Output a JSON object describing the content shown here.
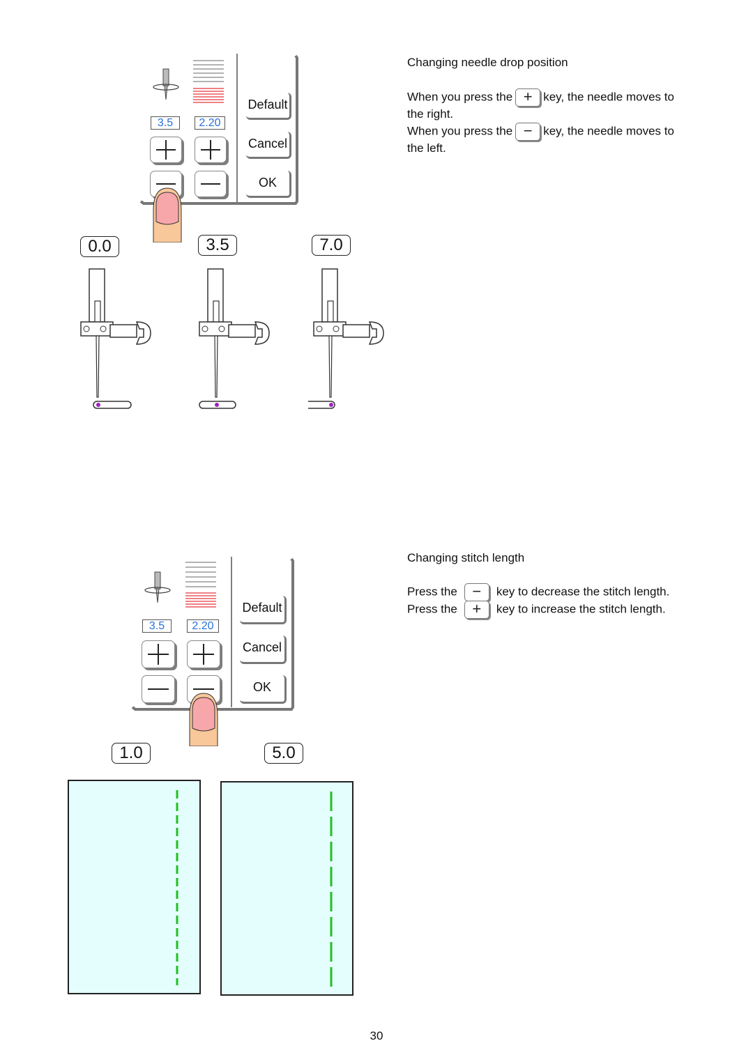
{
  "panel": {
    "width_value": "3.5",
    "length_value": "2.20",
    "default_label": "Default",
    "cancel_label": "Cancel",
    "ok_label": "OK",
    "plus_symbol": "+",
    "minus_symbol": "−"
  },
  "section1": {
    "title": "Changing needle drop position",
    "line1_a": "When you press the",
    "line1_b": "key, the needle moves to",
    "line1_c": "the right.",
    "line2_a": "When you press the",
    "line2_b": "key, the needle moves to",
    "line2_c": "the left.",
    "positions": [
      "0.0",
      "3.5",
      "7.0"
    ]
  },
  "section2": {
    "title": "Changing stitch length",
    "line1_a": "Press the",
    "line1_b": "key to decrease the stitch length.",
    "line2_a": "Press the",
    "line2_b": "key to increase the stitch length.",
    "lengths": [
      "1.0",
      "5.0"
    ]
  },
  "page_number": "30",
  "colors": {
    "value_text": "#2670d8",
    "finger": "#f7a7aa",
    "fabric": "#e4fdfd",
    "stitch": "#20c020",
    "needle_drop": "#a020c0",
    "gauge_red": "#e8343a"
  }
}
